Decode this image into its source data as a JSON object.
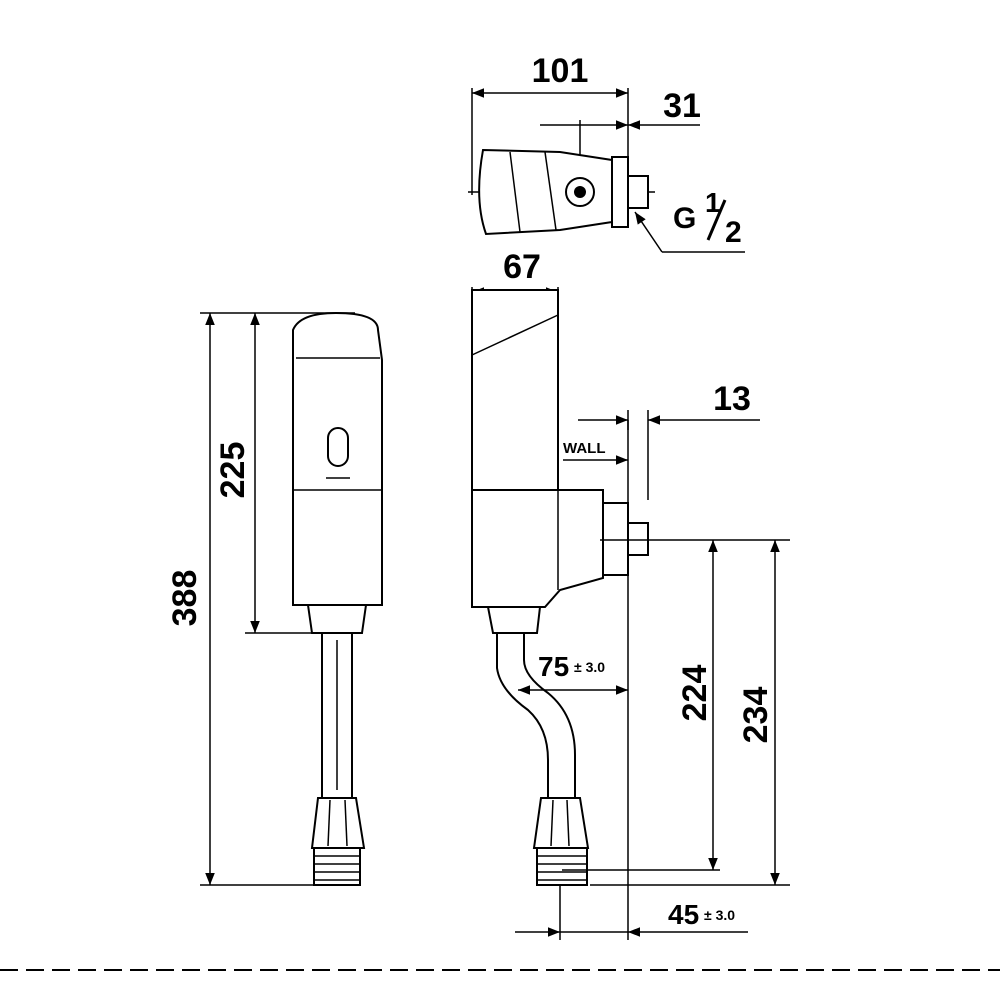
{
  "drawing": {
    "dimensions": {
      "top_width": "101",
      "top_offset": "31",
      "thread": "G",
      "thread_num": "1",
      "thread_den": "2",
      "side_width": "67",
      "wall_offset": "13",
      "wall_label": "WALL",
      "height_sensor": "225",
      "height_total": "388",
      "projection": "75",
      "projection_tol": "± 3.0",
      "height_224": "224",
      "height_234": "234",
      "bottom_offset": "45",
      "bottom_tol": "± 3.0"
    }
  }
}
